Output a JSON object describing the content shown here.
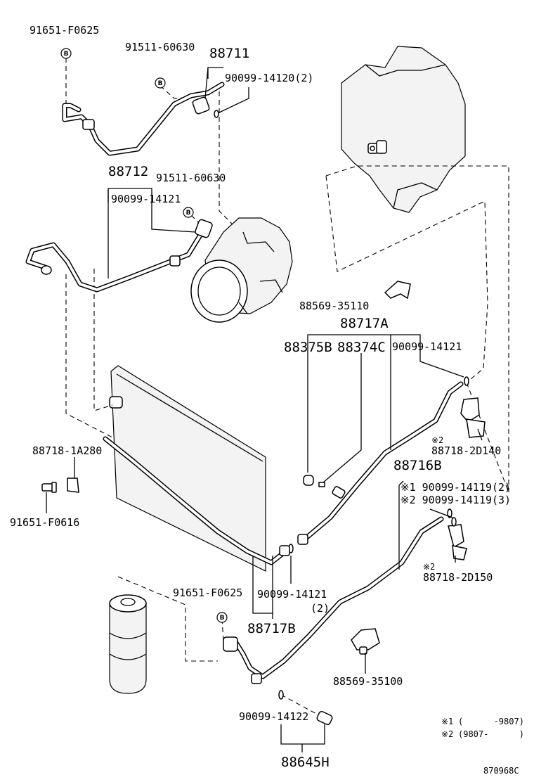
{
  "diagram_id": "870968C",
  "bolt_symbol": "B",
  "labels": {
    "p91651_F0625_top": "91651-F0625",
    "p91511_60630_a": "91511-60630",
    "p88711": "88711",
    "p90099_14120": "90099-14120(2)",
    "p88712": "88712",
    "p91511_60630_b": "91511-60630",
    "p90099_14121_a": "90099-14121",
    "p88569_35110": "88569-35110",
    "p88717A": "88717A",
    "p88375B": "88375B",
    "p88374C": "88374C",
    "p90099_14121_b": "90099-14121",
    "note_2_a": "※2",
    "p88718_2D140": "88718-2D140",
    "p88716B": "88716B",
    "p90099_14119_2": "※1 90099-14119(2)",
    "p90099_14119_3": "※2 90099-14119(3)",
    "p88718_1A280": "88718-1A280",
    "p91651_F0616": "91651-F0616",
    "note_2_b": "※2",
    "p88718_2D150": "88718-2D150",
    "p91651_F0625_low": "91651-F0625",
    "p90099_14121_c": "90099-14121",
    "qty_2": "(2)",
    "p88717B": "88717B",
    "p88569_35100": "88569-35100",
    "p90099_14122": "90099-14122",
    "p88645H": "88645H"
  },
  "legend": [
    {
      "mark": "※1",
      "range": "(      -9807)"
    },
    {
      "mark": "※2",
      "range": "(9807-      )"
    }
  ]
}
